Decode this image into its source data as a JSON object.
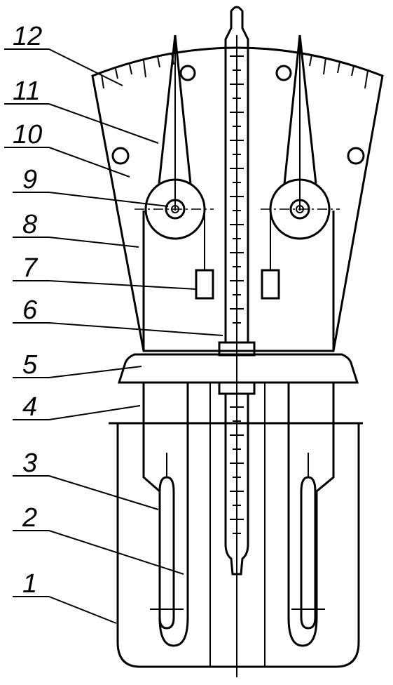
{
  "callouts": [
    {
      "id": "c1",
      "label": "1"
    },
    {
      "id": "c2",
      "label": "2"
    },
    {
      "id": "c3",
      "label": "3"
    },
    {
      "id": "c4",
      "label": "4"
    },
    {
      "id": "c5",
      "label": "5"
    },
    {
      "id": "c6",
      "label": "6"
    },
    {
      "id": "c7",
      "label": "7"
    },
    {
      "id": "c8",
      "label": "8"
    },
    {
      "id": "c9",
      "label": "9"
    },
    {
      "id": "c10",
      "label": "10"
    },
    {
      "id": "c11",
      "label": "11"
    },
    {
      "id": "c12",
      "label": "12"
    }
  ],
  "colors": {
    "ink": "#000000",
    "paper": "#ffffff"
  }
}
